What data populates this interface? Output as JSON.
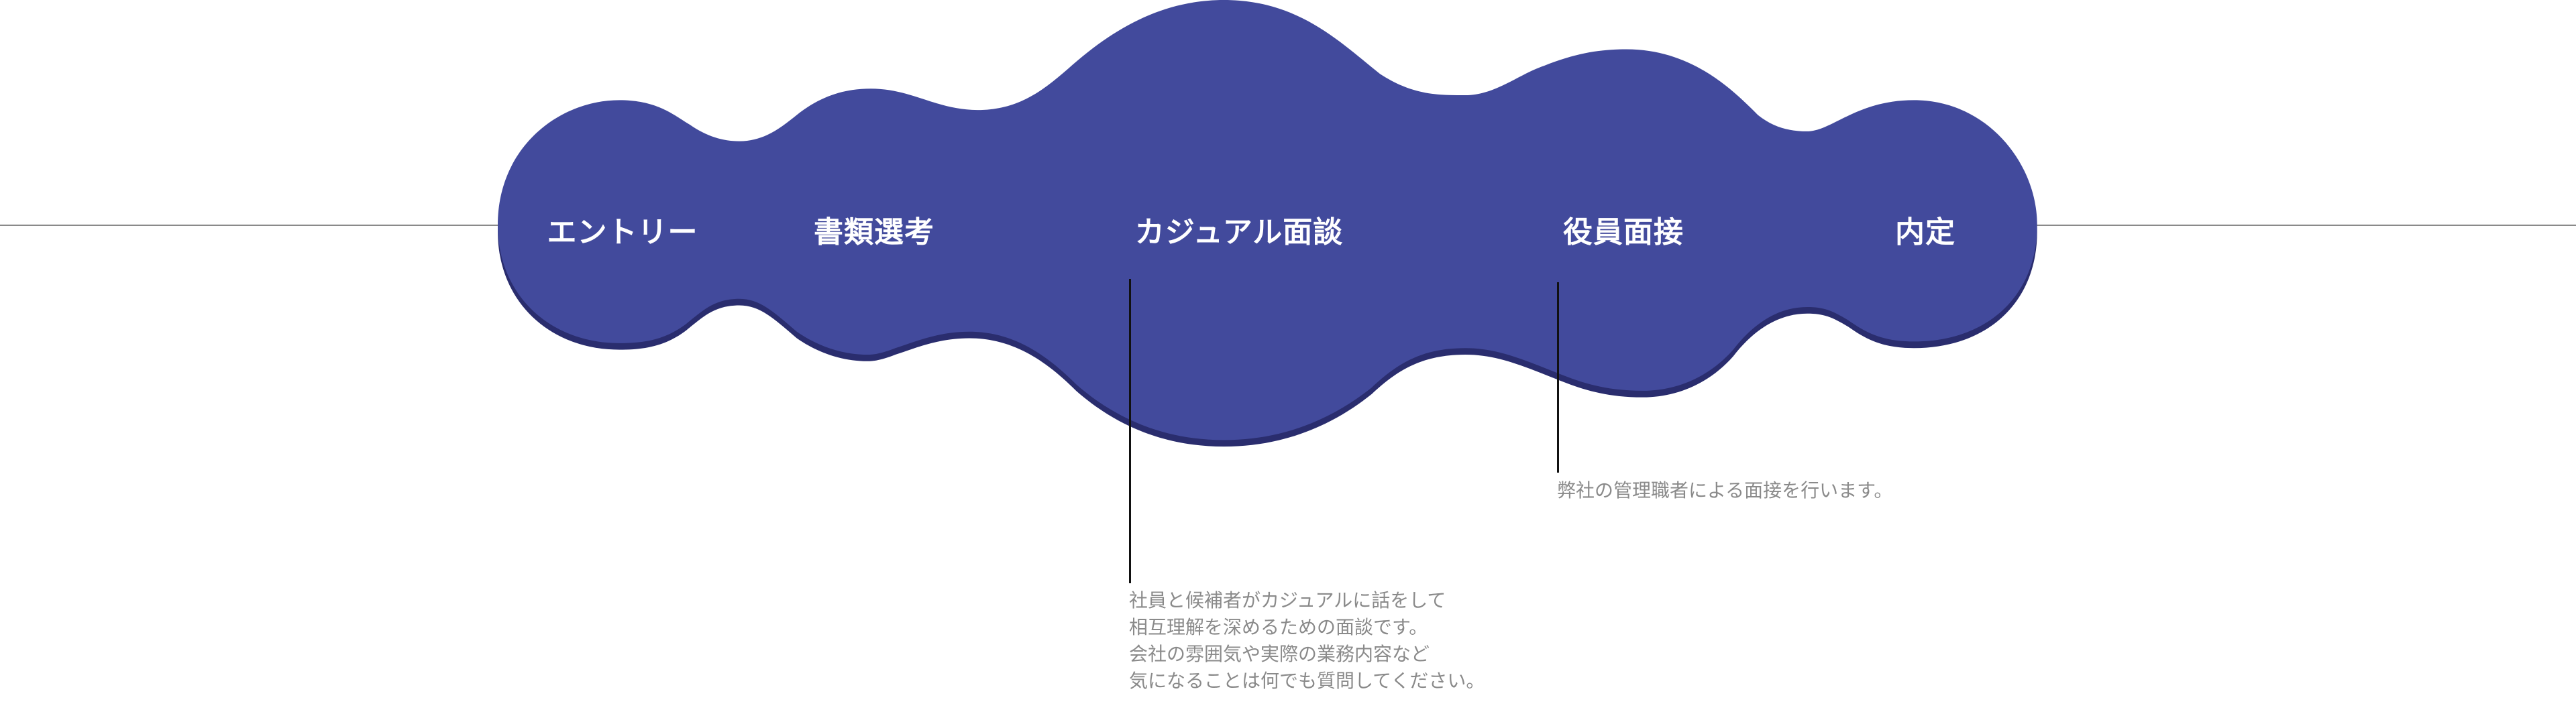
{
  "colors": {
    "cloud": "#424a9c",
    "cloud_shadow": "#2a2d6e",
    "note_text": "#8a8a8a",
    "axis_line": "#8a8a8a"
  },
  "steps": [
    {
      "label": "エントリー"
    },
    {
      "label": "書類選考"
    },
    {
      "label": "カジュアル面談"
    },
    {
      "label": "役員面接"
    },
    {
      "label": "内定"
    }
  ],
  "notes": {
    "casual": [
      "社員と候補者がカジュアルに話をして",
      "相互理解を深めるための面談です。",
      "会社の雰囲気や実際の業務内容など",
      "気になることは何でも質問してください。"
    ],
    "executive": [
      "弊社の管理職者による面接を行います。"
    ]
  }
}
